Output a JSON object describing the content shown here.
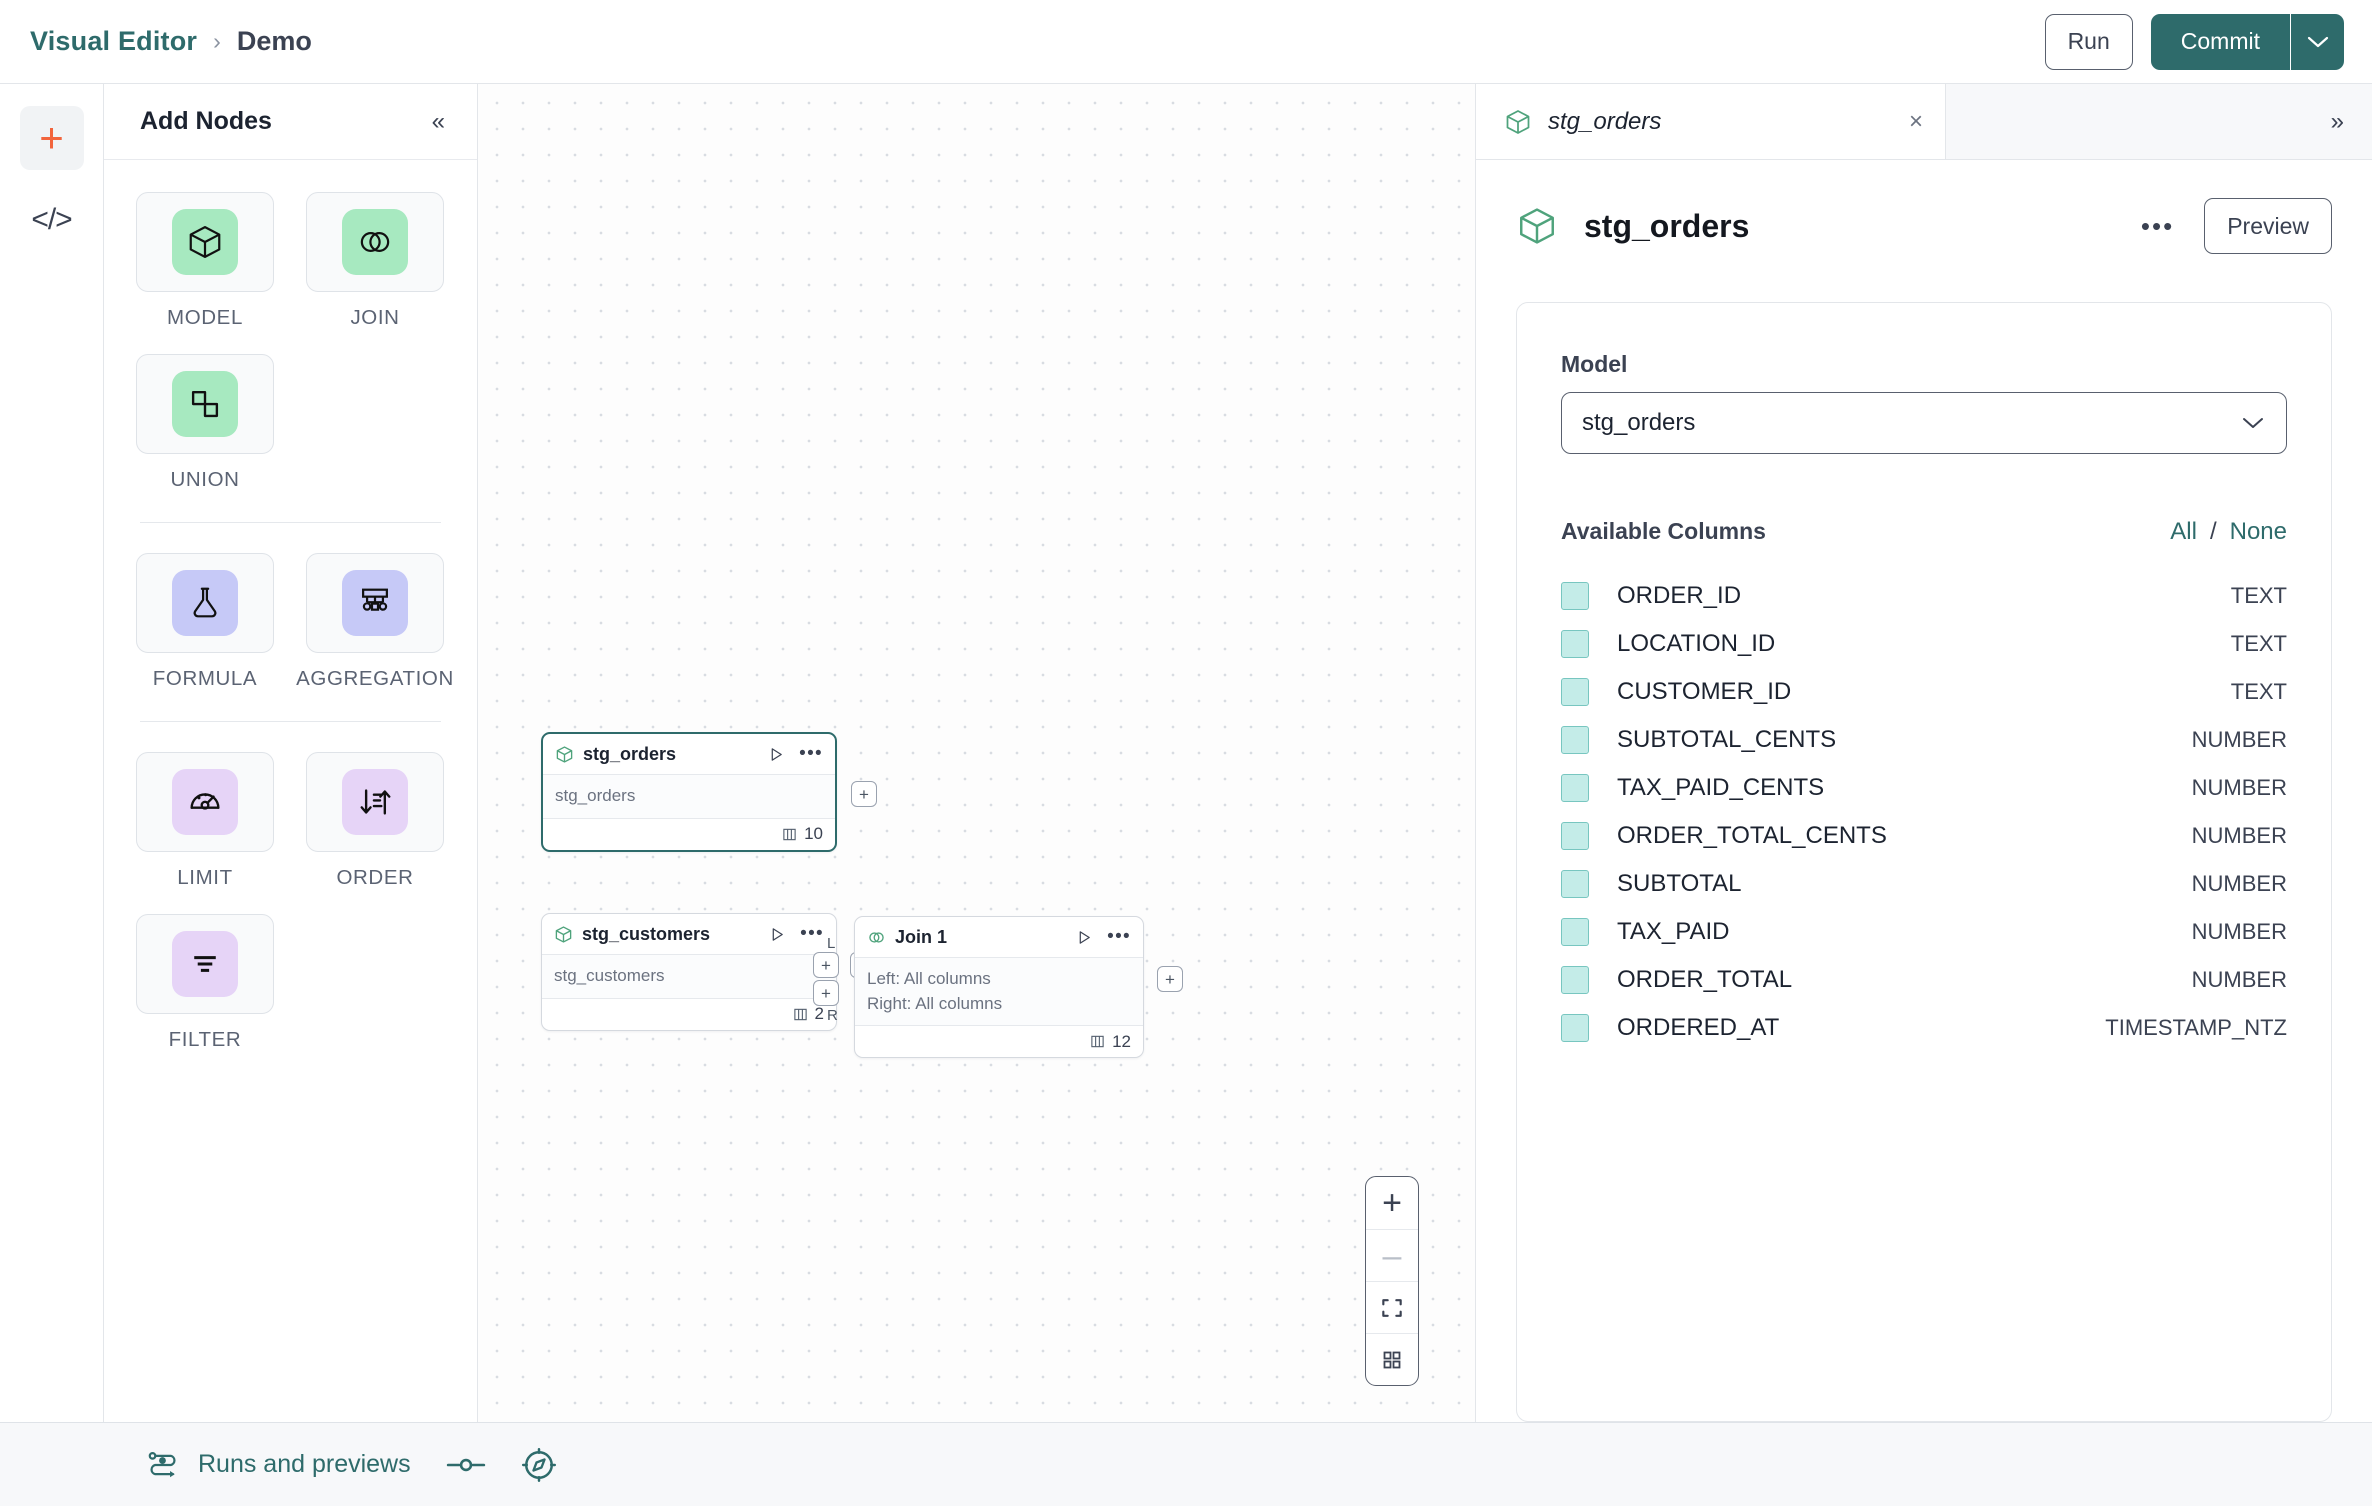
{
  "topbar": {
    "breadcrumb_root": "Visual Editor",
    "breadcrumb_sep": "›",
    "breadcrumb_current": "Demo",
    "run_label": "Run",
    "commit_label": "Commit",
    "accent_teal": "#2e6b6b",
    "accent_orange": "#f2643c"
  },
  "rail": {
    "add_icon": "plus-icon",
    "code_icon": "code-icon",
    "code_glyph": "</>"
  },
  "node_panel": {
    "title": "Add Nodes",
    "collapse_glyph": "«",
    "groups": [
      {
        "items": [
          {
            "label": "MODEL",
            "icon": "cube-icon",
            "chip": "chip-green"
          },
          {
            "label": "JOIN",
            "icon": "venn-icon",
            "chip": "chip-green"
          },
          {
            "label": "UNION",
            "icon": "union-icon",
            "chip": "chip-green"
          }
        ]
      },
      {
        "items": [
          {
            "label": "FORMULA",
            "icon": "flask-icon",
            "chip": "chip-blue"
          },
          {
            "label": "AGGREGATION",
            "icon": "hierarchy-icon",
            "chip": "chip-blue"
          }
        ]
      },
      {
        "items": [
          {
            "label": "LIMIT",
            "icon": "gauge-icon",
            "chip": "chip-purple"
          },
          {
            "label": "ORDER",
            "icon": "sort-icon",
            "chip": "chip-purple"
          },
          {
            "label": "FILTER",
            "icon": "filter-icon",
            "chip": "chip-purple"
          }
        ]
      }
    ]
  },
  "canvas": {
    "nodes": [
      {
        "id": "stg_orders",
        "title": "stg_orders",
        "icon": "cube-icon",
        "body_lines": [
          "stg_orders"
        ],
        "column_count": "10",
        "selected": true
      },
      {
        "id": "stg_customers",
        "title": "stg_customers",
        "icon": "cube-icon",
        "body_lines": [
          "stg_customers"
        ],
        "column_count": "2",
        "selected": false
      },
      {
        "id": "join_1",
        "title": "Join 1",
        "icon": "venn-icon",
        "body_lines": [
          "Left: All columns",
          "Right: All columns"
        ],
        "column_count": "12",
        "selected": false
      }
    ],
    "port_glyph": "+",
    "join_left_tag": "L",
    "join_right_tag": "R",
    "zoom_controls": [
      {
        "name": "zoom-in",
        "glyph": "+"
      },
      {
        "name": "zoom-out",
        "glyph": "–"
      },
      {
        "name": "fit-view",
        "glyph": "fit-icon"
      },
      {
        "name": "layout-grid",
        "glyph": "grid-icon"
      }
    ]
  },
  "right_panel": {
    "tab_label": "stg_orders",
    "tab_icon": "cube-icon",
    "tab_close_glyph": "×",
    "expand_glyph": "»",
    "panel_title": "stg_orders",
    "more_glyph": "•••",
    "preview_label": "Preview",
    "model_field_label": "Model",
    "model_value": "stg_orders",
    "columns_title": "Available Columns",
    "select_all_label": "All",
    "select_slash": "/",
    "select_none_label": "None",
    "columns": [
      {
        "name": "ORDER_ID",
        "type": "TEXT"
      },
      {
        "name": "LOCATION_ID",
        "type": "TEXT"
      },
      {
        "name": "CUSTOMER_ID",
        "type": "TEXT"
      },
      {
        "name": "SUBTOTAL_CENTS",
        "type": "NUMBER"
      },
      {
        "name": "TAX_PAID_CENTS",
        "type": "NUMBER"
      },
      {
        "name": "ORDER_TOTAL_CENTS",
        "type": "NUMBER"
      },
      {
        "name": "SUBTOTAL",
        "type": "NUMBER"
      },
      {
        "name": "TAX_PAID",
        "type": "NUMBER"
      },
      {
        "name": "ORDER_TOTAL",
        "type": "NUMBER"
      },
      {
        "name": "ORDERED_AT",
        "type": "TIMESTAMP_NTZ"
      }
    ]
  },
  "bottombar": {
    "runs_label": "Runs and previews",
    "runs_icon": "flow-icon",
    "toggle_icon": "slider-icon",
    "compass_icon": "compass-icon"
  }
}
